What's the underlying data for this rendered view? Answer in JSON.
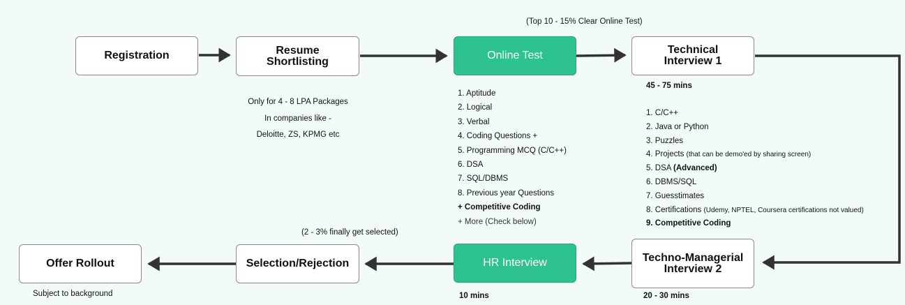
{
  "nodes": {
    "registration": "Registration",
    "resume_shortlisting": "Resume Shortlisting",
    "online_test": "Online Test",
    "technical_interview_1": "Technical Interview 1",
    "techno_managerial_interview_2": "Techno-Managerial Interview 2",
    "hr_interview": "HR Interview",
    "selection_rejection": "Selection/Rejection",
    "offer_rollout": "Offer Rollout"
  },
  "annotations": {
    "online_test_note": "(Top 10 - 15% Clear Online Test)",
    "selection_note": "(2 - 3% finally get selected)",
    "offer_note": "Subject to background"
  },
  "resume_notes": [
    "Only for 4 - 8 LPA Packages",
    "In companies like -",
    "Deloitte, ZS, KPMG etc"
  ],
  "online_test_items": [
    "1. Aptitude",
    "2. Logical",
    "3. Verbal",
    "4. Coding Questions +",
    "5. Programming MCQ (C/C++)",
    "6. DSA",
    "7. SQL/DBMS",
    "8. Previous year Questions",
    "+ Competitive Coding",
    "+ More (Check below)"
  ],
  "technical_interview": {
    "duration": "45 - 75 mins",
    "items": {
      "i1": "1. C/C++",
      "i2": "2. Java or Python",
      "i3": "3. Puzzles",
      "i4_main": "4. Projects",
      "i4_note": "(that can be demo'ed by sharing screen)",
      "i5_main": "5. DSA",
      "i5_bold": "(Advanced)",
      "i6": "6. DBMS/SQL",
      "i7": "7. Guesstimates",
      "i8_main": "8. Certifications",
      "i8_note": "(Udemy, NPTEL, Coursera certifications not valued)",
      "i9": "9. Competitive Coding"
    }
  },
  "hr_duration": "10 mins",
  "techno_duration": "20 - 30 mins",
  "colors": {
    "accent_green": "#2ec28e",
    "arrow": "#333333",
    "background": "#f3fbf8"
  }
}
